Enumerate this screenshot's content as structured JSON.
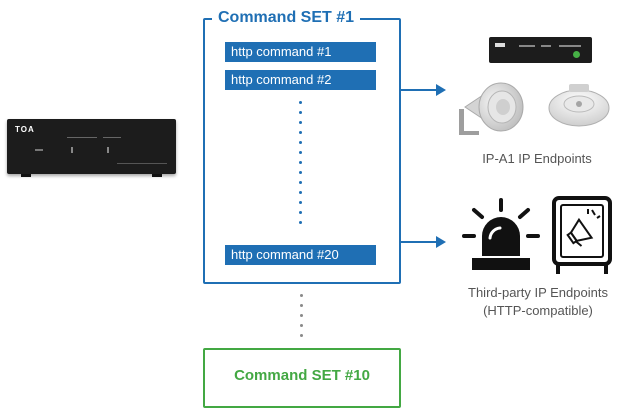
{
  "command_set_1": {
    "title": "Command SET #1",
    "commands": [
      "http command #1",
      "http command #2",
      "http command #20"
    ]
  },
  "command_set_10": {
    "title": "Command SET #10"
  },
  "device": {
    "logo": "TOA"
  },
  "endpoints": {
    "ip_a1_caption": "IP-A1 IP Endpoints",
    "third_party_caption_line1": "Third-party IP Endpoints",
    "third_party_caption_line2": "(HTTP-compatible)"
  },
  "colors": {
    "blue": "#1f6fb4",
    "green": "#43a843"
  }
}
